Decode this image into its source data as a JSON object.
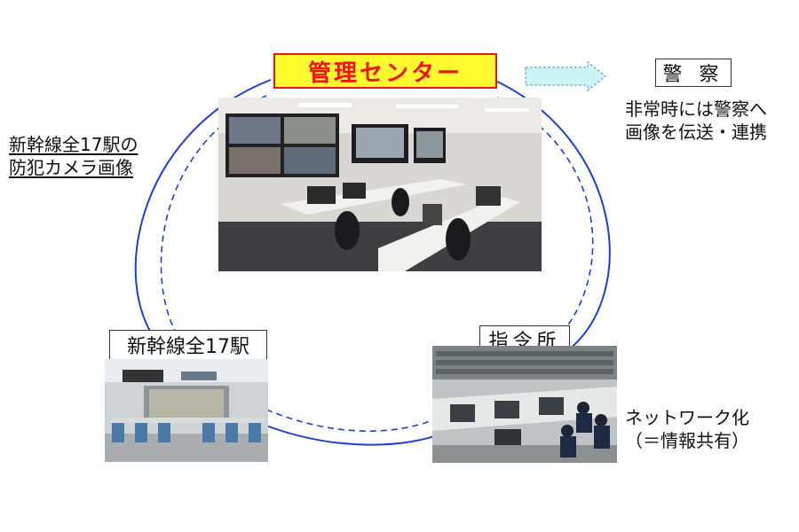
{
  "title": "管理センター",
  "police": {
    "label": "警 察",
    "note_line1": "非常時には警察へ",
    "note_line2": "画像を伝送・連携"
  },
  "cameras": {
    "line1": "新幹線全17駅の",
    "line2": "防犯カメラ画像"
  },
  "stations": {
    "label": "新幹線全17駅"
  },
  "dispatch": {
    "label": "指令所"
  },
  "network": {
    "line1": "ネットワーク化",
    "line2": "（＝情報共有）"
  },
  "colors": {
    "title_text": "#e8160f",
    "title_bg": "#fffb2e",
    "loop_line": "#1f3fd1",
    "arrow_fill": "#cdf3f7",
    "arrow_stroke": "#7ab8d8"
  }
}
